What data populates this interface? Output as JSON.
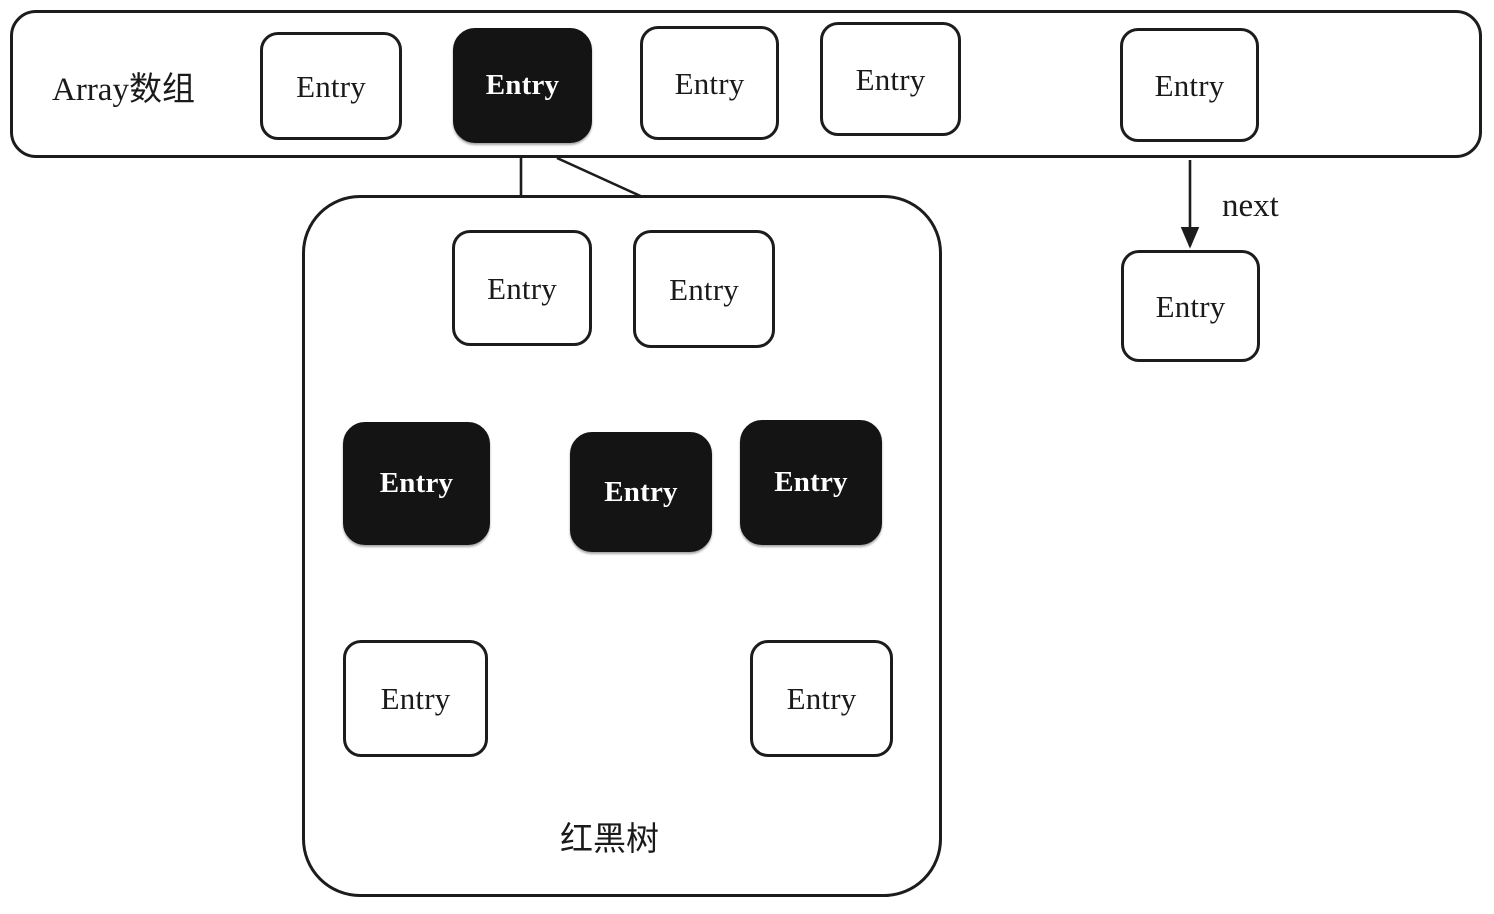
{
  "diagram": {
    "title_label": "Array数组",
    "tree_caption": "红黑树",
    "next_label": "next",
    "colors": {
      "stroke": "#1c1c1c",
      "fill_white": "#ffffff",
      "fill_black": "#141414",
      "text_dark": "#1a1a1a",
      "text_light": "#ffffff"
    }
  },
  "array_slots": [
    {
      "label": "Entry",
      "color": "white"
    },
    {
      "label": "Entry",
      "color": "black"
    },
    {
      "label": "Entry",
      "color": "white"
    },
    {
      "label": "Entry",
      "color": "white"
    },
    {
      "label": "Entry",
      "color": "white"
    }
  ],
  "linked_list": [
    {
      "label": "Entry",
      "color": "white"
    }
  ],
  "tree_nodes": {
    "roots": [
      {
        "label": "Entry",
        "color": "white"
      },
      {
        "label": "Entry",
        "color": "white"
      }
    ],
    "middle": [
      {
        "label": "Entry",
        "color": "black"
      },
      {
        "label": "Entry",
        "color": "black"
      },
      {
        "label": "Entry",
        "color": "black"
      }
    ],
    "leaves": [
      {
        "label": "Entry",
        "color": "white"
      },
      {
        "label": "Entry",
        "color": "white"
      }
    ]
  },
  "edges": [
    {
      "from": "array-slot-2",
      "to": "tree-root-1",
      "style": "vertical-arrow"
    },
    {
      "from": "array-slot-2",
      "to": "tree-root-2",
      "style": "diagonal-arrow"
    },
    {
      "from": "array-slot-5",
      "to": "list-entry-1",
      "style": "vertical-arrow",
      "label": "next"
    },
    {
      "from": "tree-root-1",
      "to": "tree-mid-1",
      "style": "diagonal-arrow"
    },
    {
      "from": "tree-root-1",
      "to": "tree-mid-2",
      "style": "diagonal-arrow"
    },
    {
      "from": "tree-root-2",
      "to": "tree-mid-3",
      "style": "diagonal-arrow"
    },
    {
      "from": "tree-mid-1",
      "to": "tree-leaf-1",
      "style": "vertical-arrow"
    },
    {
      "from": "tree-mid-3",
      "to": "tree-leaf-2",
      "style": "vertical-arrow"
    }
  ]
}
